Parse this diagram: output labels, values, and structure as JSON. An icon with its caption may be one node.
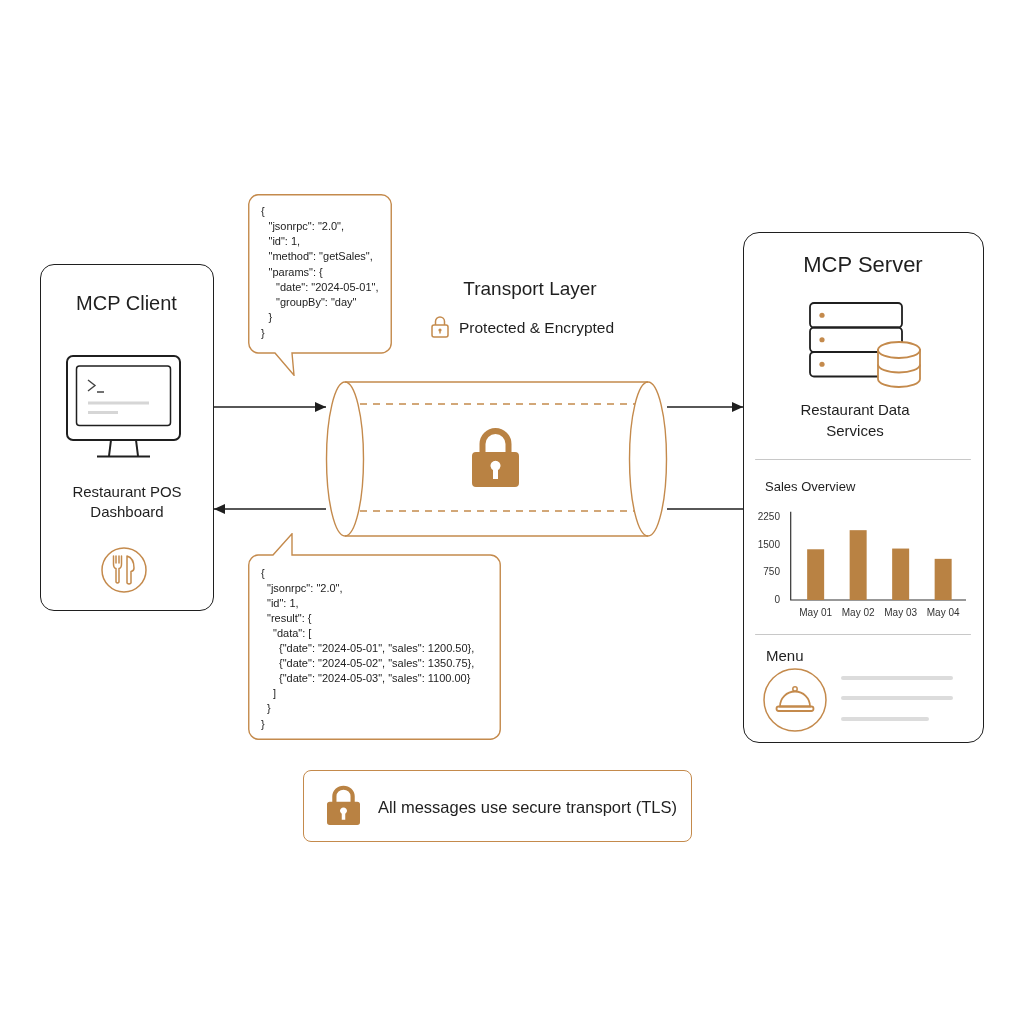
{
  "diagram": {
    "nodes": [
      {
        "text": [
          "MCP Client",
          "Restaurant POS Dashboard"
        ]
      },
      {
        "text": [
          "{",
          "\"jsonrpc\": \"2.0\",",
          "\"id\": 1,",
          "\"method\": \"getSales\",",
          "\"params\": {",
          "\"date\": \"2024-05-01\",",
          "\"groupBy\": \"day\"",
          "}",
          "}"
        ]
      },
      {
        "text": [
          "Transport Layer",
          "Protected & Encrypted"
        ]
      },
      {
        "text": [
          "{",
          "\"jsonrpc\": \"2.0\",",
          "\"id\": 1,",
          "\"result\": {",
          "\"data\": [",
          "{\"date\": \"2024-05-01\", \"sales\": 1200.50},",
          "{\"date\": \"2024-05-02\", \"sales\": 1350.75},",
          "{\"date\": \"2024-05-03\", \"sales\": 1100.00}",
          "]",
          "}",
          "}"
        ]
      },
      {
        "text": [
          "MCP Server",
          "Restaurant Data Services",
          "Menu"
        ]
      },
      {
        "text": [
          "All messages use secure transport (TLS)"
        ]
      }
    ],
    "edges": [
      {
        "from": 0,
        "to": 2,
        "arrow": "to"
      },
      {
        "from": 2,
        "to": 4,
        "arrow": "to"
      },
      {
        "from": 4,
        "to": 2,
        "arrow": "none"
      },
      {
        "from": 2,
        "to": 0,
        "arrow": "to"
      }
    ],
    "chart_data": {
      "type": "bar",
      "title": "Sales Overview",
      "categories": [
        "May 01",
        "May 02",
        "May 03",
        "May 04"
      ],
      "series": [
        {
          "color": "#b98243",
          "values": [
            1380,
            1900,
            1400,
            1120
          ]
        }
      ],
      "ylim": [
        0,
        2400
      ],
      "yticks": [
        0,
        750,
        1500,
        2250
      ]
    }
  }
}
